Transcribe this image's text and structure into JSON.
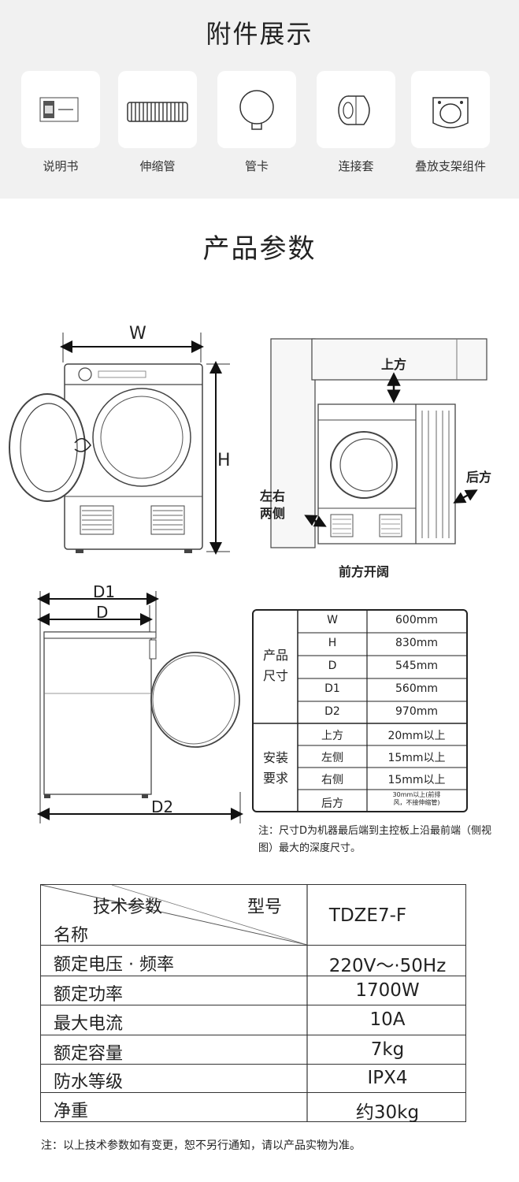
{
  "accessories": {
    "title": "附件展示",
    "items": [
      {
        "label": "说明书",
        "icon": "manual-icon"
      },
      {
        "label": "伸缩管",
        "icon": "flexible-hose-icon"
      },
      {
        "label": "管卡",
        "icon": "pipe-clamp-icon"
      },
      {
        "label": "连接套",
        "icon": "connector-sleeve-icon"
      },
      {
        "label": "叠放支架组件",
        "icon": "stacking-bracket-icon"
      }
    ]
  },
  "params_title": "产品参数",
  "front_diagram": {
    "w_label": "W",
    "h_label": "H"
  },
  "install_diagram": {
    "top_label": "上方",
    "back_label": "后方",
    "sides_label": "左右\n两侧",
    "front_label": "前方开阔"
  },
  "side_diagram": {
    "d1_label": "D1",
    "d_label": "D",
    "d2_label": "D2"
  },
  "dimension_table": {
    "size_group": "产品\n尺寸",
    "size_rows": [
      {
        "name": "W",
        "value": "600mm"
      },
      {
        "name": "H",
        "value": "830mm"
      },
      {
        "name": "D",
        "value": "545mm"
      },
      {
        "name": "D1",
        "value": "560mm"
      },
      {
        "name": "D2",
        "value": "970mm"
      }
    ],
    "install_group": "安装\n要求",
    "install_rows": [
      {
        "name": "上方",
        "value": "20mm以上"
      },
      {
        "name": "左侧",
        "value": "15mm以上"
      },
      {
        "name": "右侧",
        "value": "15mm以上"
      },
      {
        "name": "后方",
        "value": "30mm以上(前排\n风，不接伸缩管)"
      }
    ]
  },
  "dimension_note": "注：尺寸D为机器最后端到主控板上沿最前端（侧视图）最大的深度尺寸。",
  "tech_table": {
    "header_param": "技术参数",
    "header_model": "型号",
    "header_name": "名称",
    "model": "TDZE7-F",
    "rows": [
      {
        "name": "额定电压 · 频率",
        "value": "220V～·50Hz"
      },
      {
        "name": "额定功率",
        "value": "1700W"
      },
      {
        "name": "最大电流",
        "value": "10A"
      },
      {
        "name": "额定容量",
        "value": "7kg"
      },
      {
        "name": "防水等级",
        "value": "IPX4"
      },
      {
        "name": "净重",
        "value": "约30kg"
      }
    ]
  },
  "footer_note": "注：以上技术参数如有变更，恕不另行通知，请以产品实物为准。"
}
